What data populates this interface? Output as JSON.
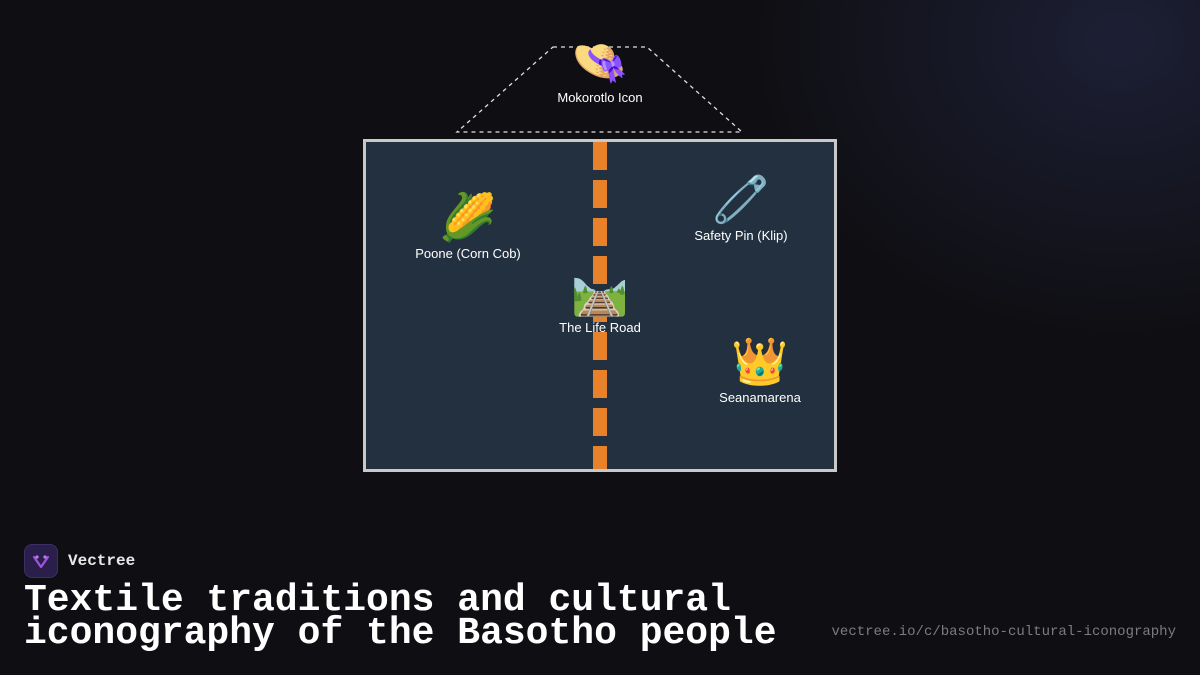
{
  "diagram": {
    "hat": {
      "icon": "straw-hat-icon",
      "glyph": "👒",
      "label": "Mokorotlo Icon"
    },
    "items": [
      {
        "icon": "corn-icon",
        "glyph": "🌽",
        "label": "Poone (Corn Cob)"
      },
      {
        "icon": "safety-pin-icon",
        "glyph": "🧷",
        "label": "Safety Pin (Klip)"
      },
      {
        "icon": "railway-track-icon",
        "glyph": "🛤️",
        "label": "The Life Road"
      },
      {
        "icon": "crown-icon",
        "glyph": "👑",
        "label": "Seanamarena"
      }
    ],
    "colors": {
      "panel": "#233040",
      "border": "#c9c9c9",
      "road_stripe": "#e8822a",
      "hat_outline": "#e0e0e0"
    }
  },
  "footer": {
    "brand": "Vectree",
    "title_line1": "Textile traditions and cultural",
    "title_line2": "iconography of the Basotho people",
    "url": "vectree.io/c/basotho-cultural-iconography"
  }
}
